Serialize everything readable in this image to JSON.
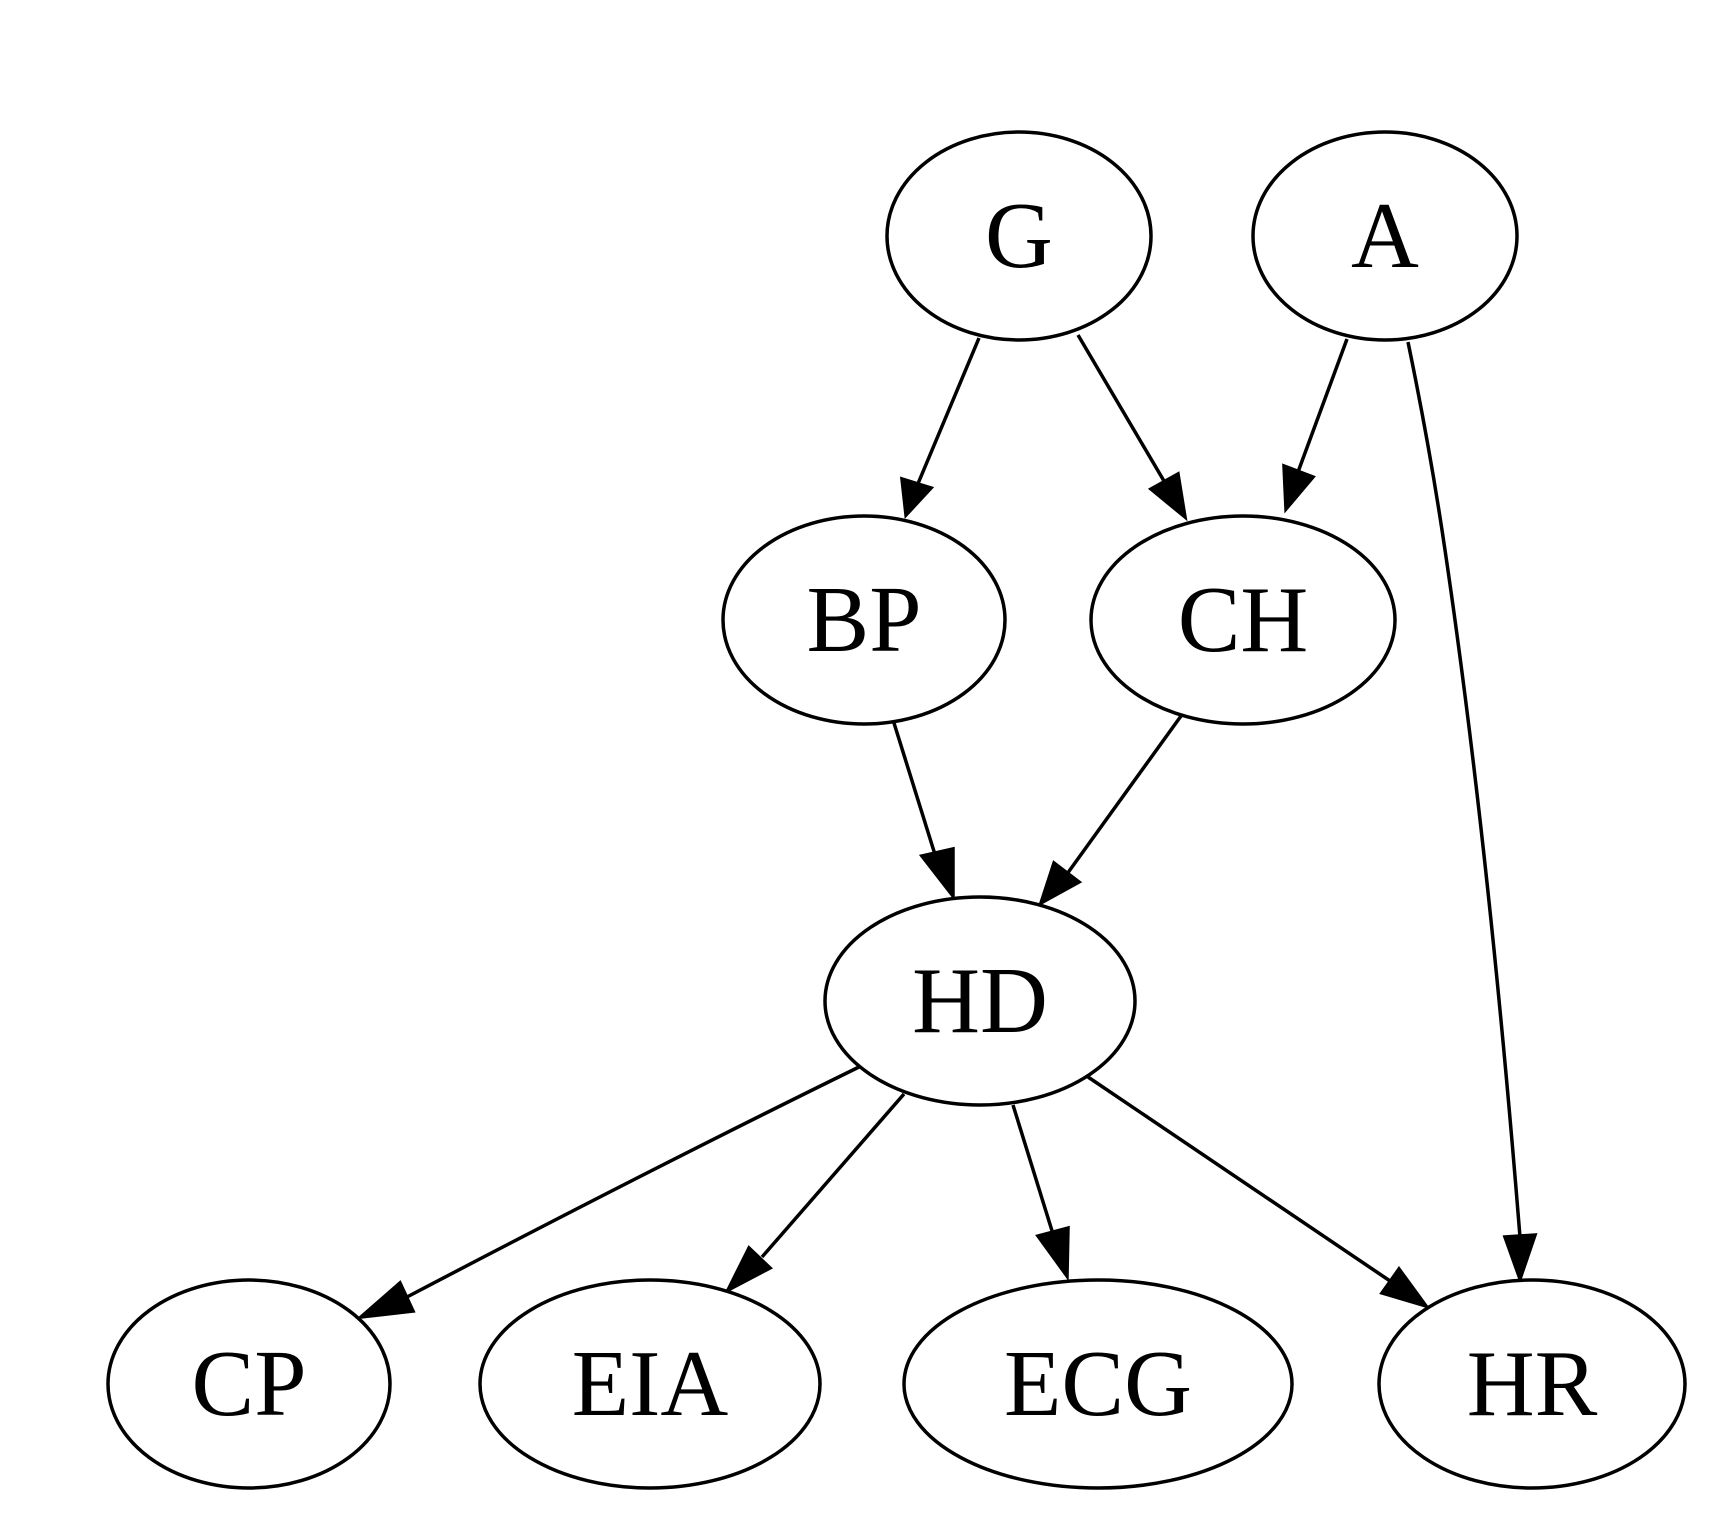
{
  "nodes": [
    {
      "id": "G",
      "label": "G"
    },
    {
      "id": "A",
      "label": "A"
    },
    {
      "id": "BP",
      "label": "BP"
    },
    {
      "id": "CH",
      "label": "CH"
    },
    {
      "id": "HD",
      "label": "HD"
    },
    {
      "id": "CP",
      "label": "CP"
    },
    {
      "id": "EIA",
      "label": "EIA"
    },
    {
      "id": "ECG",
      "label": "ECG"
    },
    {
      "id": "HR",
      "label": "HR"
    }
  ],
  "edges": [
    {
      "from": "G",
      "to": "BP"
    },
    {
      "from": "G",
      "to": "CH"
    },
    {
      "from": "A",
      "to": "CH"
    },
    {
      "from": "A",
      "to": "HR"
    },
    {
      "from": "BP",
      "to": "HD"
    },
    {
      "from": "CH",
      "to": "HD"
    },
    {
      "from": "HD",
      "to": "CP"
    },
    {
      "from": "HD",
      "to": "EIA"
    },
    {
      "from": "HD",
      "to": "ECG"
    },
    {
      "from": "HD",
      "to": "HR"
    }
  ]
}
